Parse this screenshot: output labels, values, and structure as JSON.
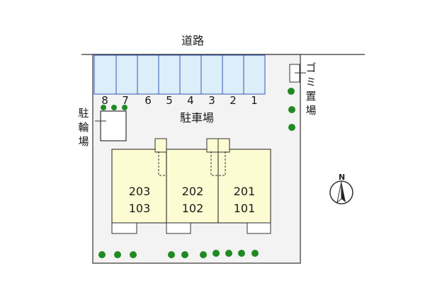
{
  "labels": {
    "road": "道路",
    "parking_lot": "駐車場",
    "bicycle_parking": "駐輪場",
    "garbage_area": "ゴミ置場",
    "compass_north": "N"
  },
  "parking_spaces": [
    "8",
    "7",
    "6",
    "5",
    "4",
    "3",
    "2",
    "1"
  ],
  "units": [
    {
      "upper": "203",
      "lower": "103"
    },
    {
      "upper": "202",
      "lower": "102"
    },
    {
      "upper": "201",
      "lower": "101"
    }
  ],
  "colors": {
    "parking": "#dbeefa",
    "building": "#fdfbd2",
    "lot": "#f3f3f3",
    "tree": "#1f8a23",
    "outline": "#333333"
  }
}
